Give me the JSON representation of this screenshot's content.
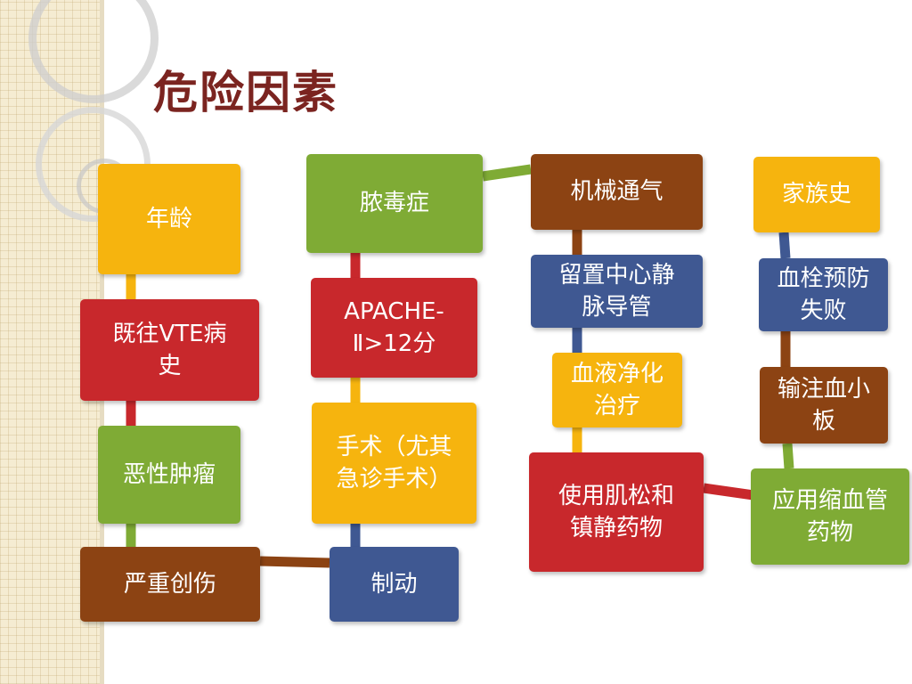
{
  "title": "危险因素",
  "colors": {
    "yellow": "#f6b40e",
    "red": "#c8282c",
    "green": "#7fab35",
    "brown": "#8c4313",
    "navy": "#3f5892"
  },
  "nodes": {
    "age": "年龄",
    "prior_vte": "既往VTE病史",
    "malignancy": "恶性肿瘤",
    "severe_trauma": "严重创伤",
    "sepsis": "脓毒症",
    "apache": "APACHE-Ⅱ>12分",
    "surgery": "手术（尤其急诊手术）",
    "immobilization": "制动",
    "mechanical_ventilation": "机械通气",
    "central_venous_catheter": "留置中心静脉导管",
    "blood_purification": "血液净化治疗",
    "sedatives_muscle_relaxants": "使用肌松和镇静药物",
    "family_history": "家族史",
    "thromboprophylaxis_failure": "血栓预防失败",
    "platelet_transfusion": "输注血小板",
    "vasoconstrictors": "应用缩血管药物"
  }
}
